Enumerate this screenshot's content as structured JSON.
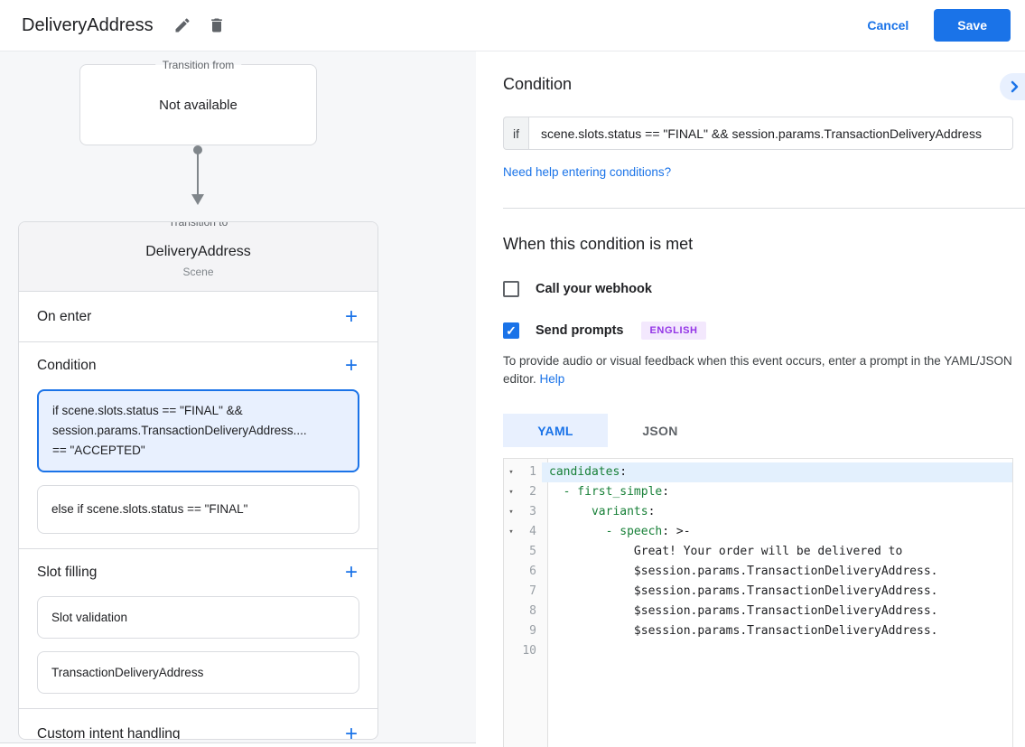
{
  "colors": {
    "accent_blue": "#1a73e8",
    "light_blue_bg": "#e8f0fe",
    "badge_purple_bg": "#f3e8fd",
    "badge_purple_text": "#9334e6",
    "yaml_key_green": "#188038"
  },
  "icons": {
    "plus": "+",
    "fold_arrow": "▾",
    "check": "✓"
  },
  "header": {
    "title": "DeliveryAddress",
    "cancel_label": "Cancel",
    "save_label": "Save"
  },
  "graph": {
    "transition_from": {
      "legend": "Transition from",
      "value": "Not available"
    },
    "transition_to": {
      "legend": "Transition to",
      "name": "DeliveryAddress",
      "type": "Scene"
    },
    "on_enter": {
      "label": "On enter"
    },
    "condition": {
      "label": "Condition",
      "cards": [
        {
          "lines": [
            "if scene.slots.status == \"FINAL\" &&",
            "session.params.TransactionDeliveryAddress....",
            "== \"ACCEPTED\""
          ]
        },
        {
          "lines": [
            "else if scene.slots.status == \"FINAL\""
          ]
        }
      ]
    },
    "slot_filling": {
      "label": "Slot filling",
      "cards": [
        "Slot validation",
        "TransactionDeliveryAddress"
      ]
    },
    "custom_intent": {
      "label": "Custom intent handling"
    }
  },
  "panel": {
    "condition_heading": "Condition",
    "if_label": "if",
    "if_value": "scene.slots.status == \"FINAL\" && session.params.TransactionDeliveryAddress",
    "help_link": "Need help entering conditions?",
    "when_heading": "When this condition is met",
    "webhook_label": "Call your webhook",
    "prompts_label": "Send prompts",
    "language_badge": "ENGLISH",
    "hint_text": "To provide audio or visual feedback when this event occurs, enter a prompt in the YAML/JSON editor.",
    "hint_help_label": "Help",
    "tabs": [
      {
        "label": "YAML",
        "active": true
      },
      {
        "label": "JSON",
        "active": false
      }
    ]
  },
  "editor": {
    "lines": [
      {
        "num": "1",
        "fold": true,
        "highlight": true,
        "segments": [
          [
            "candidates",
            "key"
          ],
          [
            ":",
            "plain"
          ]
        ]
      },
      {
        "num": "2",
        "fold": true,
        "segments": [
          [
            "  ",
            "plain"
          ],
          [
            "- first_simple",
            "key"
          ],
          [
            ":",
            "plain"
          ]
        ]
      },
      {
        "num": "3",
        "fold": true,
        "segments": [
          [
            "      ",
            "plain"
          ],
          [
            "variants",
            "key"
          ],
          [
            ":",
            "plain"
          ]
        ]
      },
      {
        "num": "4",
        "fold": true,
        "segments": [
          [
            "        ",
            "plain"
          ],
          [
            "- speech",
            "key"
          ],
          [
            ": >-",
            "plain"
          ]
        ]
      },
      {
        "num": "5",
        "segments": [
          [
            "            Great! Your order will be delivered to",
            "plain"
          ]
        ]
      },
      {
        "num": "6",
        "segments": [
          [
            "            $session.params.TransactionDeliveryAddress.",
            "plain"
          ]
        ]
      },
      {
        "num": "7",
        "segments": [
          [
            "            $session.params.TransactionDeliveryAddress.",
            "plain"
          ]
        ]
      },
      {
        "num": "8",
        "segments": [
          [
            "            $session.params.TransactionDeliveryAddress.",
            "plain"
          ]
        ]
      },
      {
        "num": "9",
        "segments": [
          [
            "            $session.params.TransactionDeliveryAddress.",
            "plain"
          ]
        ]
      },
      {
        "num": "10",
        "segments": []
      }
    ]
  }
}
